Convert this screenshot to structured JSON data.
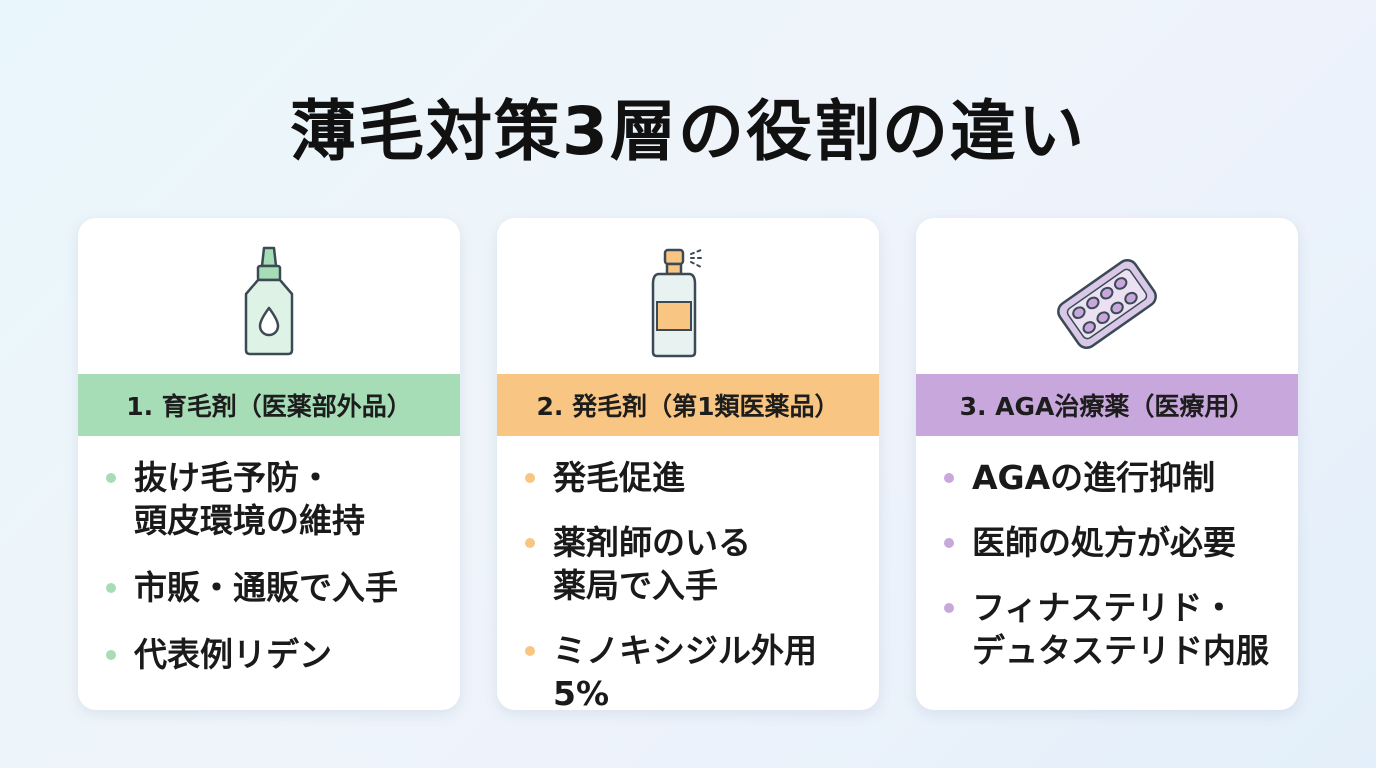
{
  "title": "薄毛対策3層の役割の違い",
  "cards": [
    {
      "icon": "dropper-bottle-icon",
      "heading": "1. 育毛剤（医薬部外品）",
      "color": "#a6dcb6",
      "items": [
        "抜け毛予防・\n頭皮環境の維持",
        "市販・通販で入手",
        "代表例リデン"
      ]
    },
    {
      "icon": "spray-bottle-icon",
      "heading": "2. 発毛剤（第1類医薬品）",
      "color": "#f8c583",
      "items": [
        "発毛促進",
        "薬剤師のいる\n薬局で入手",
        "ミノキシジル外用5%"
      ]
    },
    {
      "icon": "pill-blister-icon",
      "heading": "3. AGA治療薬（医療用）",
      "color": "#c8a7dc",
      "items": [
        "AGAの進行抑制",
        "医師の処方が必要",
        "フィナステリド・\nデュタステリド内服"
      ]
    }
  ]
}
